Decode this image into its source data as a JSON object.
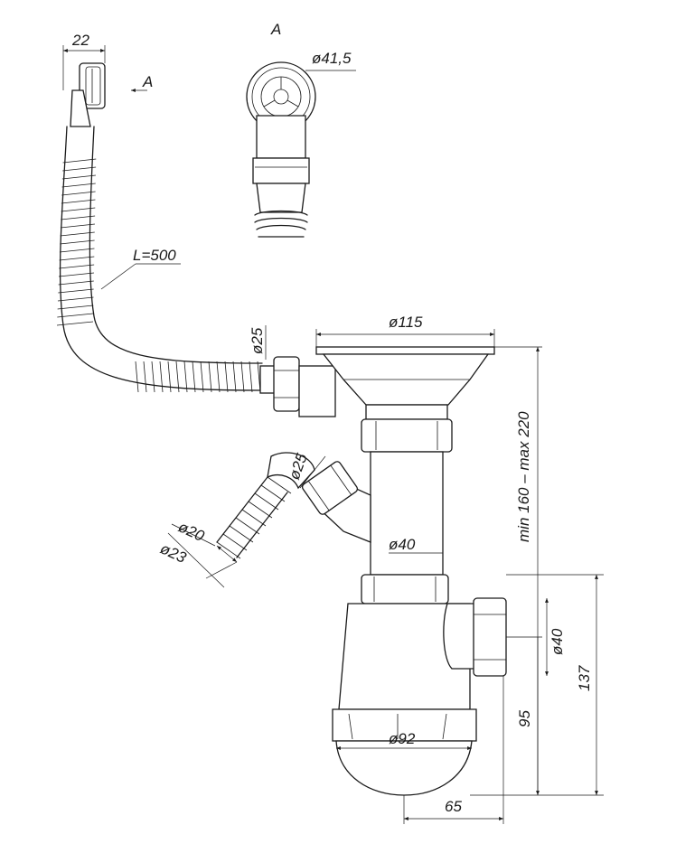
{
  "labels": {
    "view_marker": "A",
    "section_arrow": "A",
    "top_width": "22",
    "view_diameter": "ø41,5",
    "hose_length": "L=500",
    "overflow_dia": "ø25",
    "bowl_dia": "ø115",
    "side_outlet_dia": "ø25",
    "hose_inner_dia": "ø20",
    "hose_outer_dia": "ø23",
    "pipe_dia": "ø40",
    "outlet_dia": "ø40",
    "height_range": "min 160 – max 220",
    "height_137": "137",
    "height_95": "95",
    "cup_dia": "ø92",
    "offset_65": "65"
  }
}
